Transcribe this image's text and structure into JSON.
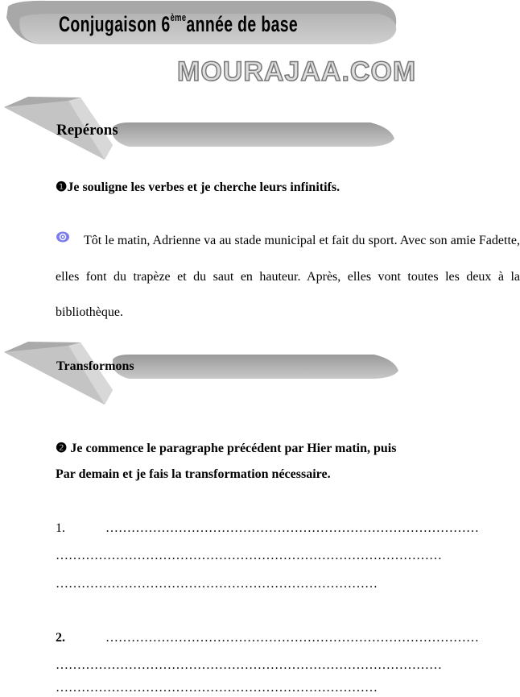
{
  "header": {
    "title_main": "Conjugaison 6",
    "title_sup": "ème",
    "title_rest": "année de base"
  },
  "section1": {
    "title": "Repérons"
  },
  "exercise1": {
    "number_glyph": "❶",
    "instruction": "Je souligne les verbes et je cherche leurs infinitifs.",
    "text": "Tôt le matin, Adrienne va au stade municipal et fait du sport. Avec son amie Fadette, elles font du trapèze et du saut en hauteur. Après, elles vont toutes les deux à la bibliothèque."
  },
  "watermark": "MOURAJAA.COM",
  "section2": {
    "title": "Transformons"
  },
  "exercise2": {
    "number_glyph": "❷",
    "line1": "Je commence le paragraphe précédent par Hier matin, puis",
    "line2": "Par demain et je fais la transformation nécessaire."
  },
  "answers": [
    {
      "label": "1.",
      "lines": [
        "……………………………………………………………………………",
        "………………………………………………………………………………",
        "…………………………………………………………………"
      ]
    },
    {
      "label": "2.",
      "lines": [
        "……………………………………………………………………………",
        "………………………………………………………………………………",
        "…………………………………………………………………"
      ]
    }
  ]
}
